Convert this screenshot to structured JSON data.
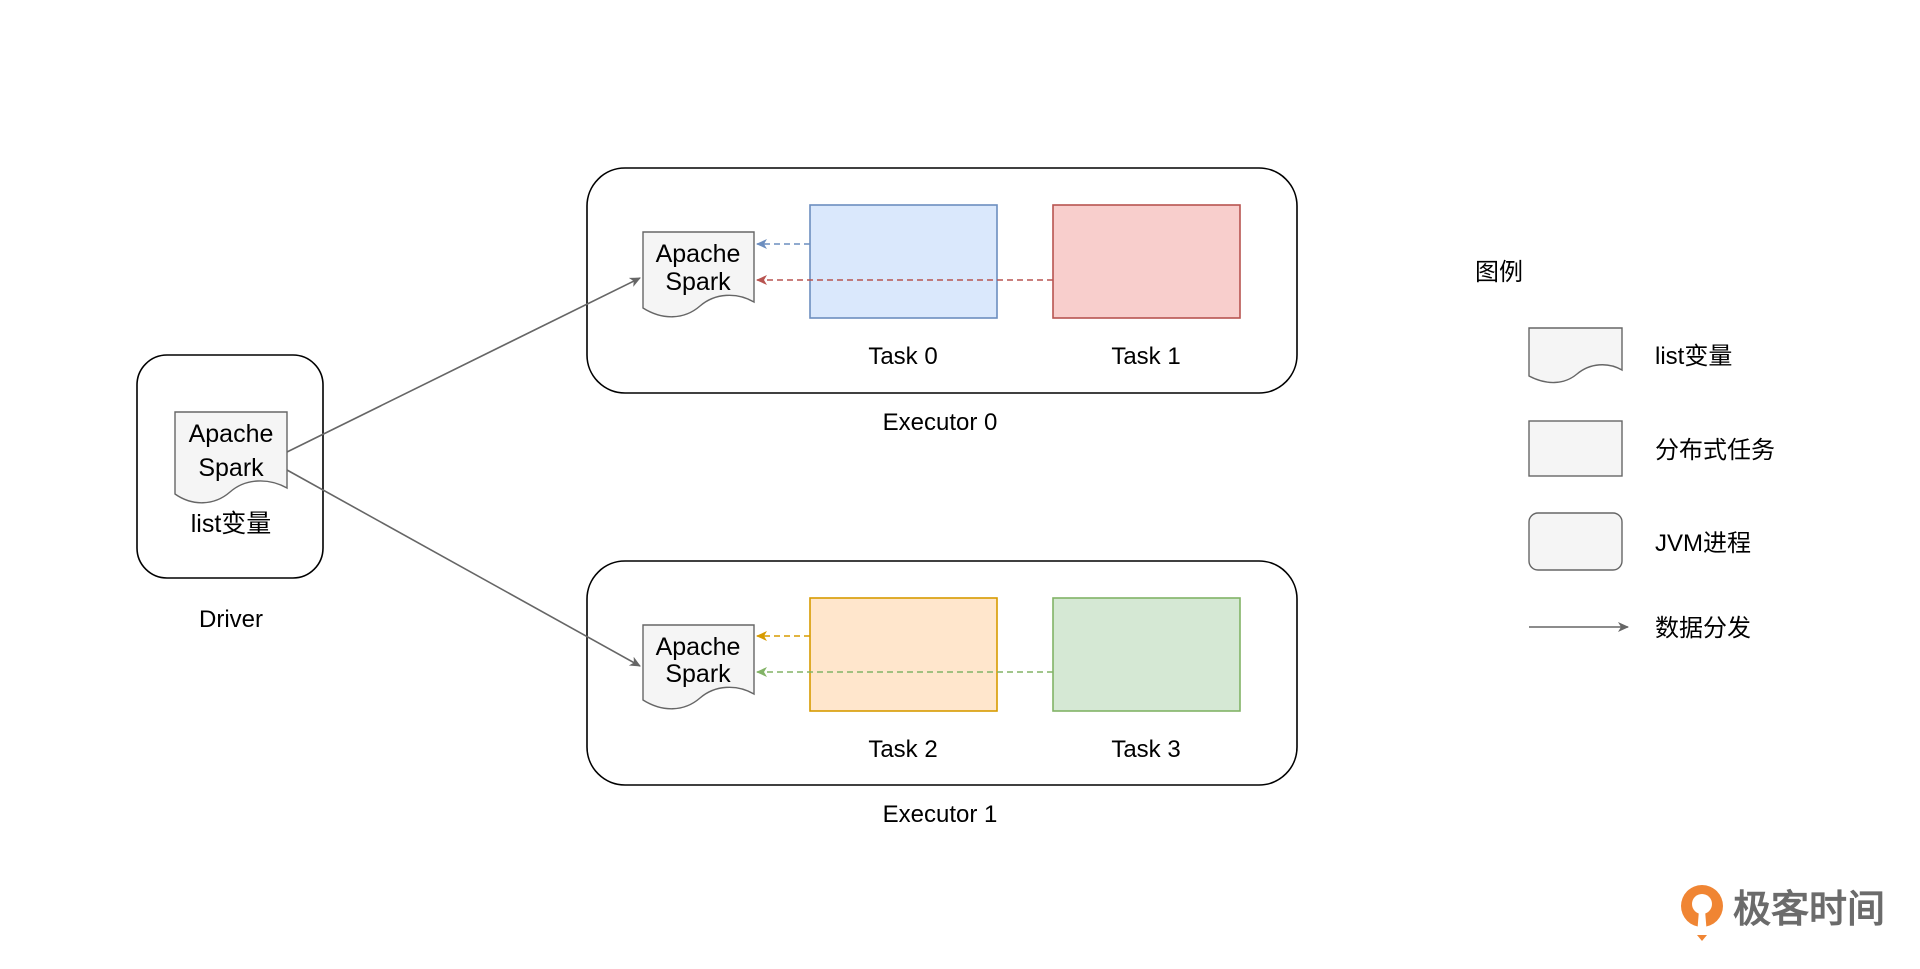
{
  "driver": {
    "doc_line1": "Apache",
    "doc_line2": "Spark",
    "variable_label": "list变量",
    "label": "Driver"
  },
  "executors": [
    {
      "label": "Executor 0",
      "doc_line1": "Apache",
      "doc_line2": "Spark",
      "tasks": [
        {
          "label": "Task 0",
          "fill": "#dae8fc",
          "stroke": "#6c8ebf"
        },
        {
          "label": "Task 1",
          "fill": "#f8cecc",
          "stroke": "#b85450"
        }
      ]
    },
    {
      "label": "Executor 1",
      "doc_line1": "Apache",
      "doc_line2": "Spark",
      "tasks": [
        {
          "label": "Task 2",
          "fill": "#ffe6cc",
          "stroke": "#d79b00"
        },
        {
          "label": "Task 3",
          "fill": "#d5e8d4",
          "stroke": "#82b366"
        }
      ]
    }
  ],
  "legend": {
    "title": "图例",
    "items": [
      {
        "icon": "document-shape-icon",
        "label": "list变量"
      },
      {
        "icon": "rectangle-shape-icon",
        "label": "分布式任务"
      },
      {
        "icon": "rounded-rectangle-shape-icon",
        "label": "JVM进程"
      },
      {
        "icon": "arrow-icon",
        "label": "数据分发"
      }
    ]
  },
  "brand": {
    "logo_text": "极客时间",
    "color": "#f08533"
  },
  "colors": {
    "arrow": "#666666",
    "doc_fill": "#f5f5f5",
    "doc_stroke": "#666666",
    "container_stroke": "#000000"
  }
}
